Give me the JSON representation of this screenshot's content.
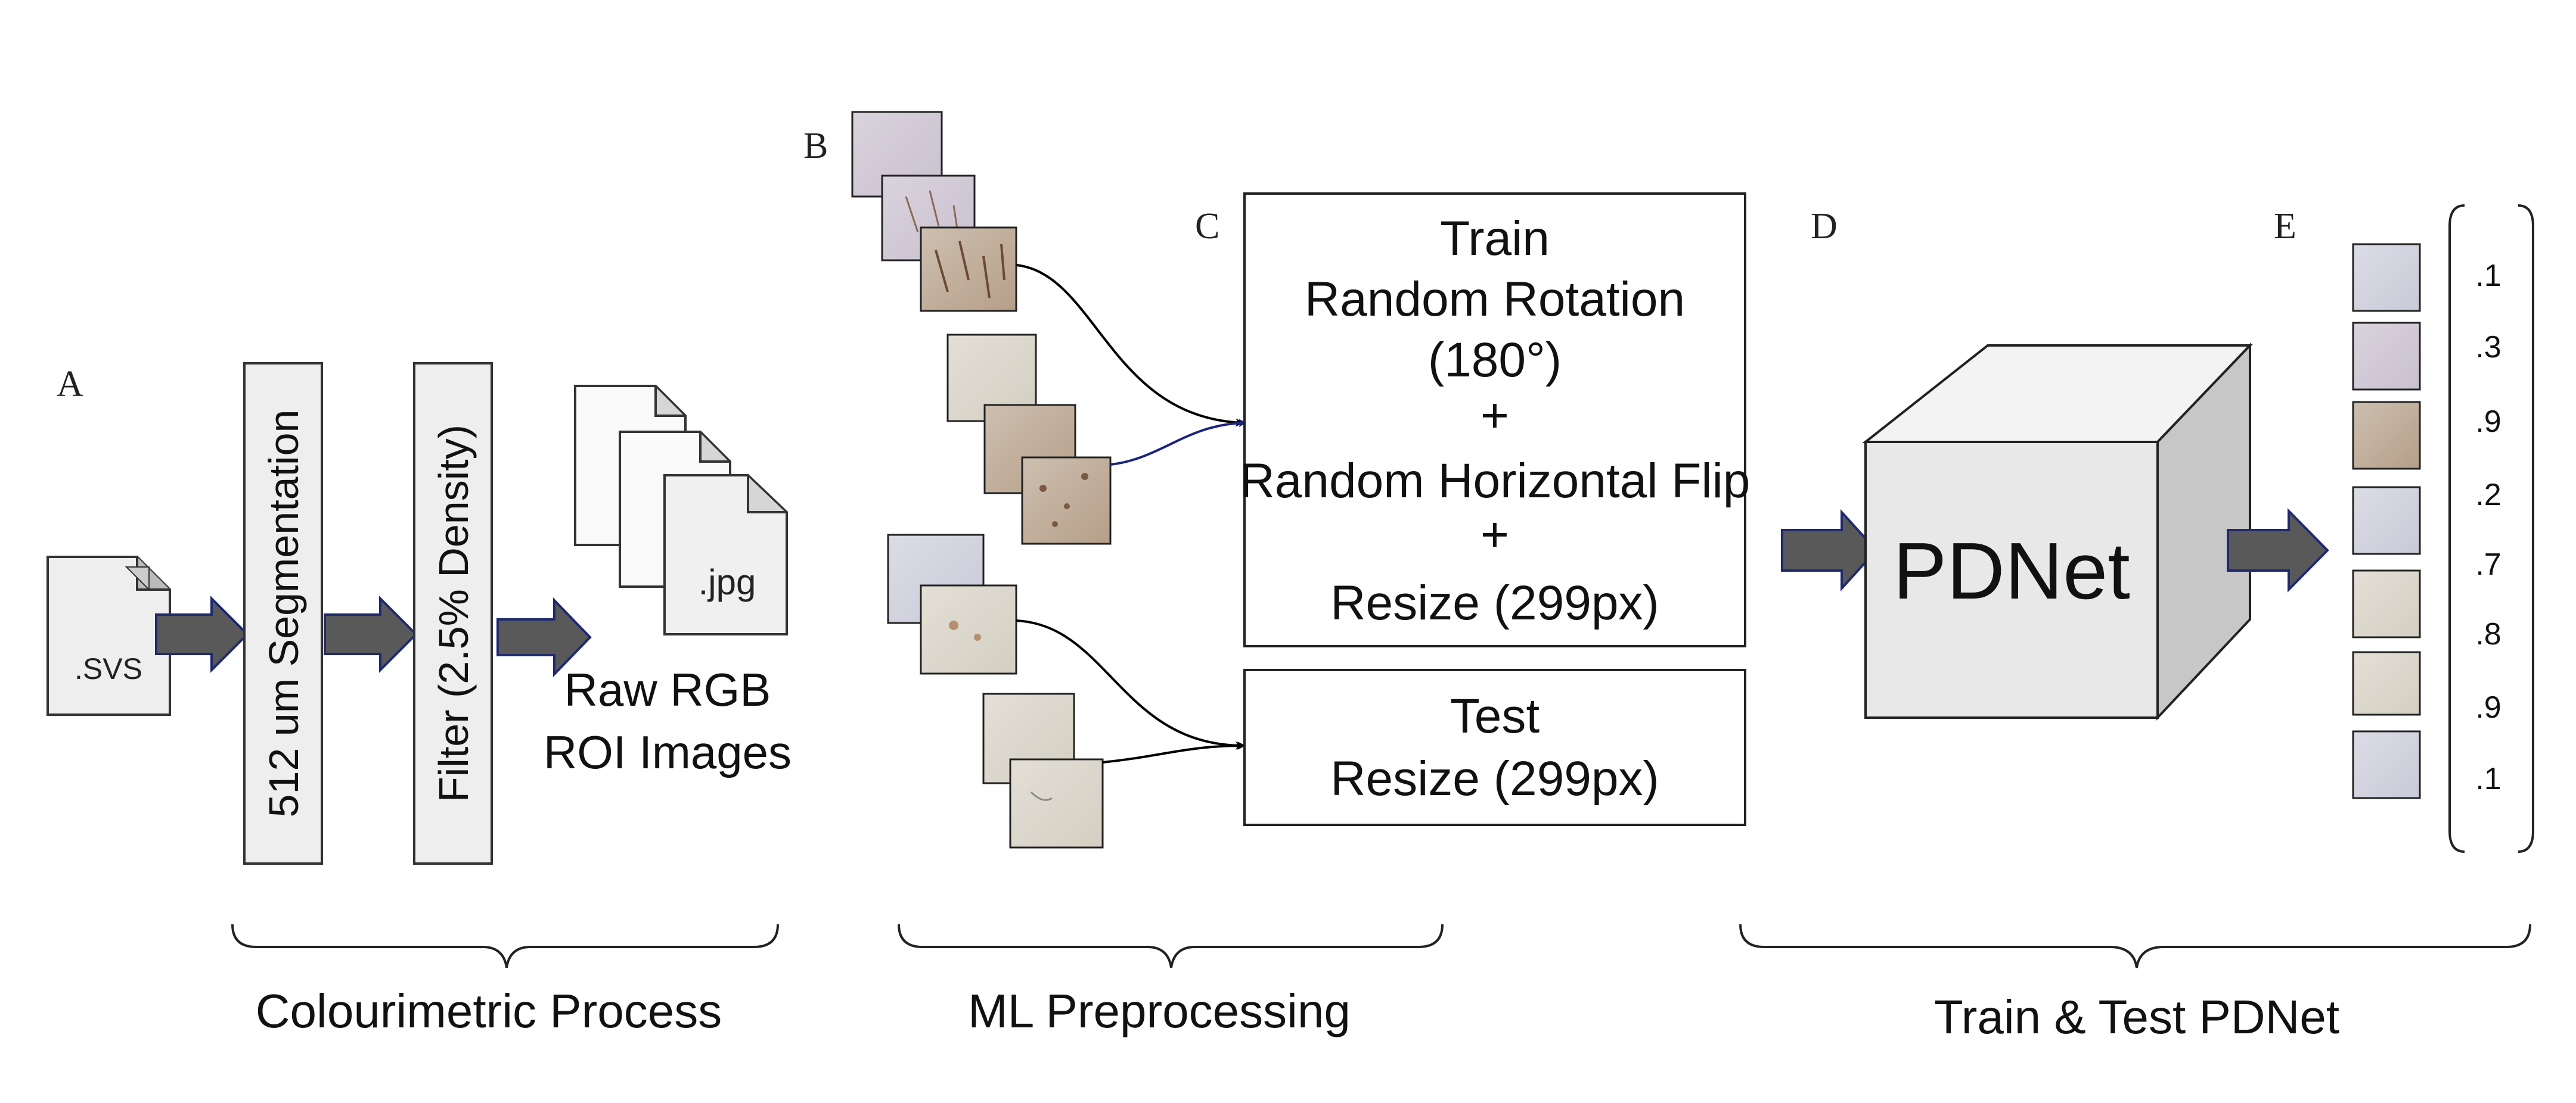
{
  "panels": {
    "a": "A",
    "b": "B",
    "c": "C",
    "d": "D",
    "e": "E"
  },
  "colourimetric": {
    "svs_label": ".SVS",
    "segmentation": "512 um Segmentation",
    "filter": "Filter (2.5% Density)",
    "jpg_label": ".jpg",
    "raw_line1": "Raw RGB",
    "raw_line2": "ROI Images",
    "group_label": "Colourimetric Process"
  },
  "preprocessing": {
    "train_lines": [
      "Train",
      "Random Rotation",
      "(180°)",
      "+",
      "Random Horizontal Flip",
      "+",
      "Resize (299px)"
    ],
    "test_lines": [
      "Test",
      "Resize (299px)"
    ],
    "group_label": "ML Preprocessing"
  },
  "model": {
    "name": "PDNet",
    "group_label": "Train & Test PDNet"
  },
  "outputs": {
    "scores": [
      ".1",
      ".3",
      ".9",
      ".2",
      ".7",
      ".8",
      ".9",
      ".1"
    ]
  },
  "colors": {
    "arrow_fill": "#595959",
    "arrow_stroke": "#1f2a6e",
    "box_fill": "#eeeeee",
    "cube_front": "#e8e8e8",
    "cube_top": "#f3f3f3",
    "cube_side": "#c7c7c7",
    "connector_blue": "#1a237e"
  }
}
